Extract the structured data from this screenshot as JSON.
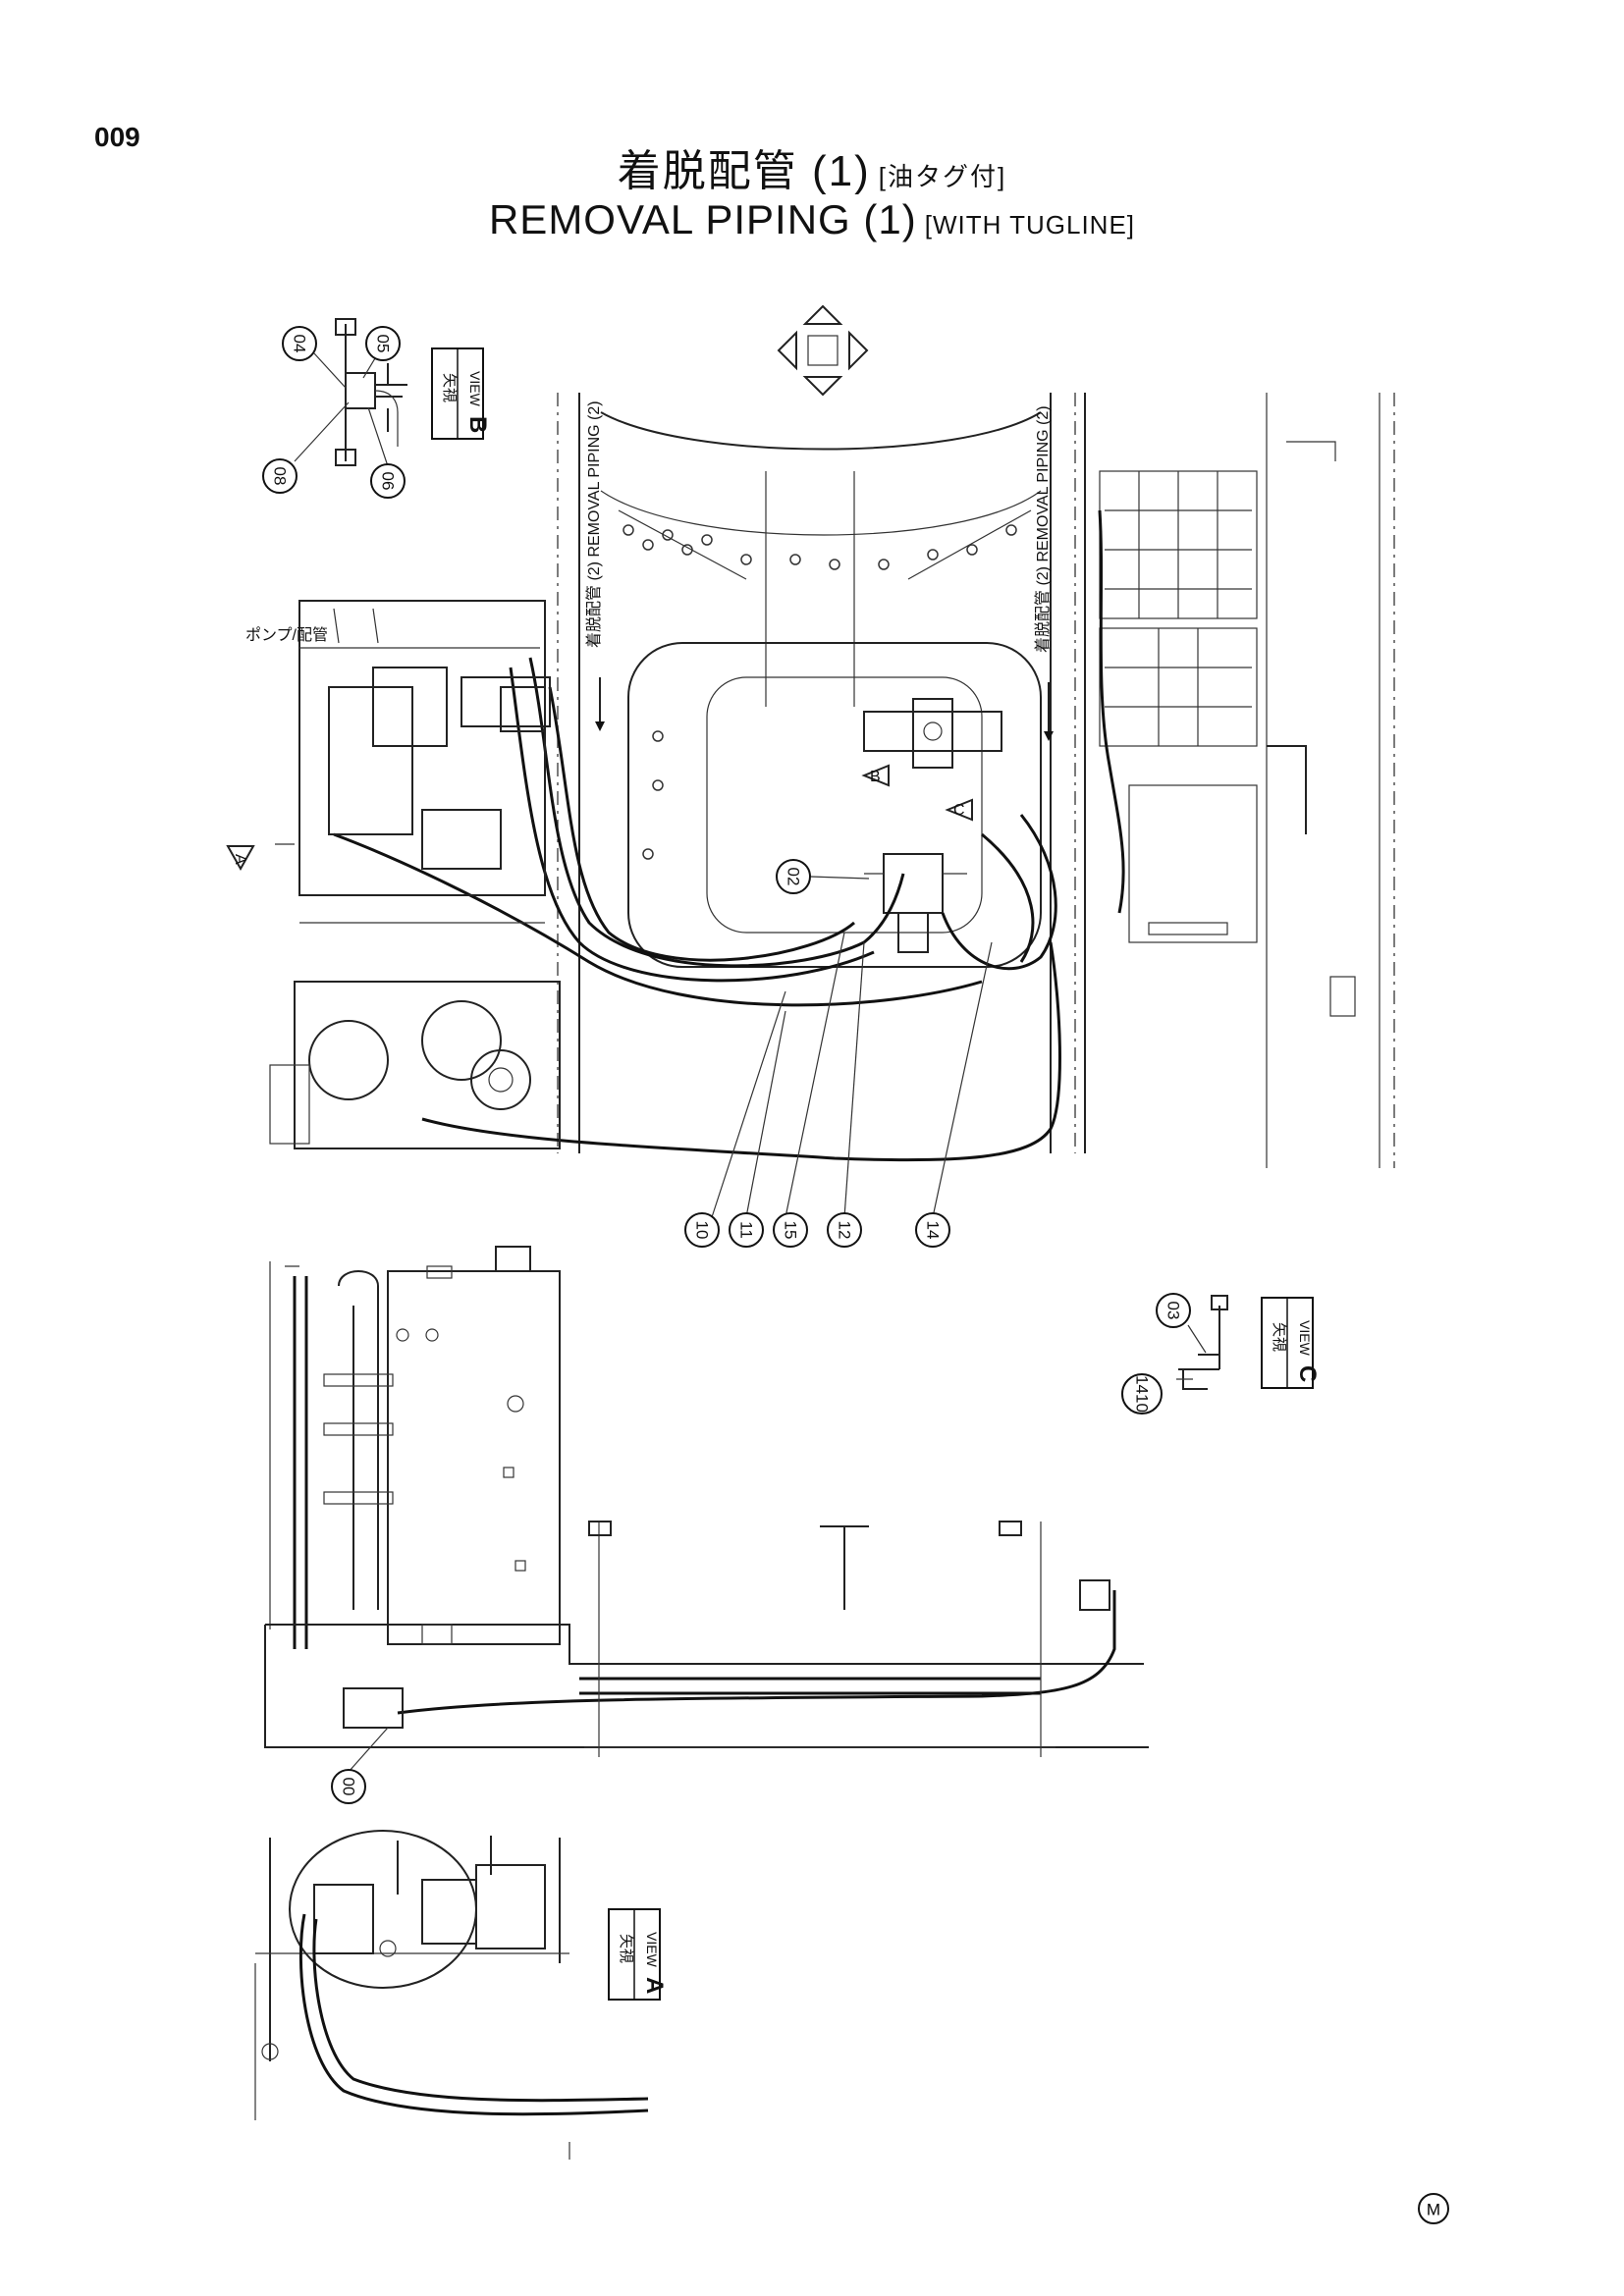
{
  "page_number": "009",
  "title": {
    "jp_main": "着脱配管 (1)",
    "jp_sub": "[油タグ付]",
    "en_main": "REMOVAL PIPING (1)",
    "en_sub": "[WITH TUGLINE]"
  },
  "views": {
    "b": {
      "jp": "矢視",
      "en": "VIEW",
      "letter": "B"
    },
    "c": {
      "jp": "矢視",
      "en": "VIEW",
      "letter": "C"
    },
    "a": {
      "jp": "矢視",
      "en": "VIEW",
      "letter": "A"
    }
  },
  "piping_notes": {
    "left": "着脱配管 (2) REMOVAL PIPING (2)",
    "right": "着脱配管 (2) REMOVAL PIPING (2)"
  },
  "small_note": "ポンプ/配管",
  "callouts": {
    "view_b": [
      "04",
      "05",
      "08",
      "06"
    ],
    "main": [
      "02",
      "10",
      "11",
      "15",
      "12",
      "14"
    ],
    "view_c": [
      "03",
      "1410"
    ],
    "side": [
      "00"
    ]
  },
  "arrow_markers": [
    "A",
    "B",
    "C"
  ],
  "mark": "M"
}
